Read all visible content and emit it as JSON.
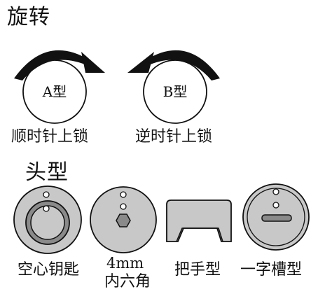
{
  "rotation": {
    "heading": "旋转",
    "left": {
      "circle_label": "A型",
      "caption": "顺时针上锁"
    },
    "right": {
      "circle_label": "B型",
      "caption": "逆时针上锁"
    }
  },
  "head_type": {
    "heading": "头型",
    "items": [
      {
        "caption": "空心钥匙",
        "icon": "hollow-key-head-icon"
      },
      {
        "caption_line1": "4mm",
        "caption_line2": "内六角",
        "icon": "hex-socket-head-icon"
      },
      {
        "caption": "把手型",
        "icon": "handle-head-icon"
      },
      {
        "caption": "一字槽型",
        "icon": "slot-head-icon"
      }
    ]
  },
  "colors": {
    "ink": "#111111",
    "fill_gray": "#c8c8c8",
    "dark_gray": "#8a8a8a"
  }
}
